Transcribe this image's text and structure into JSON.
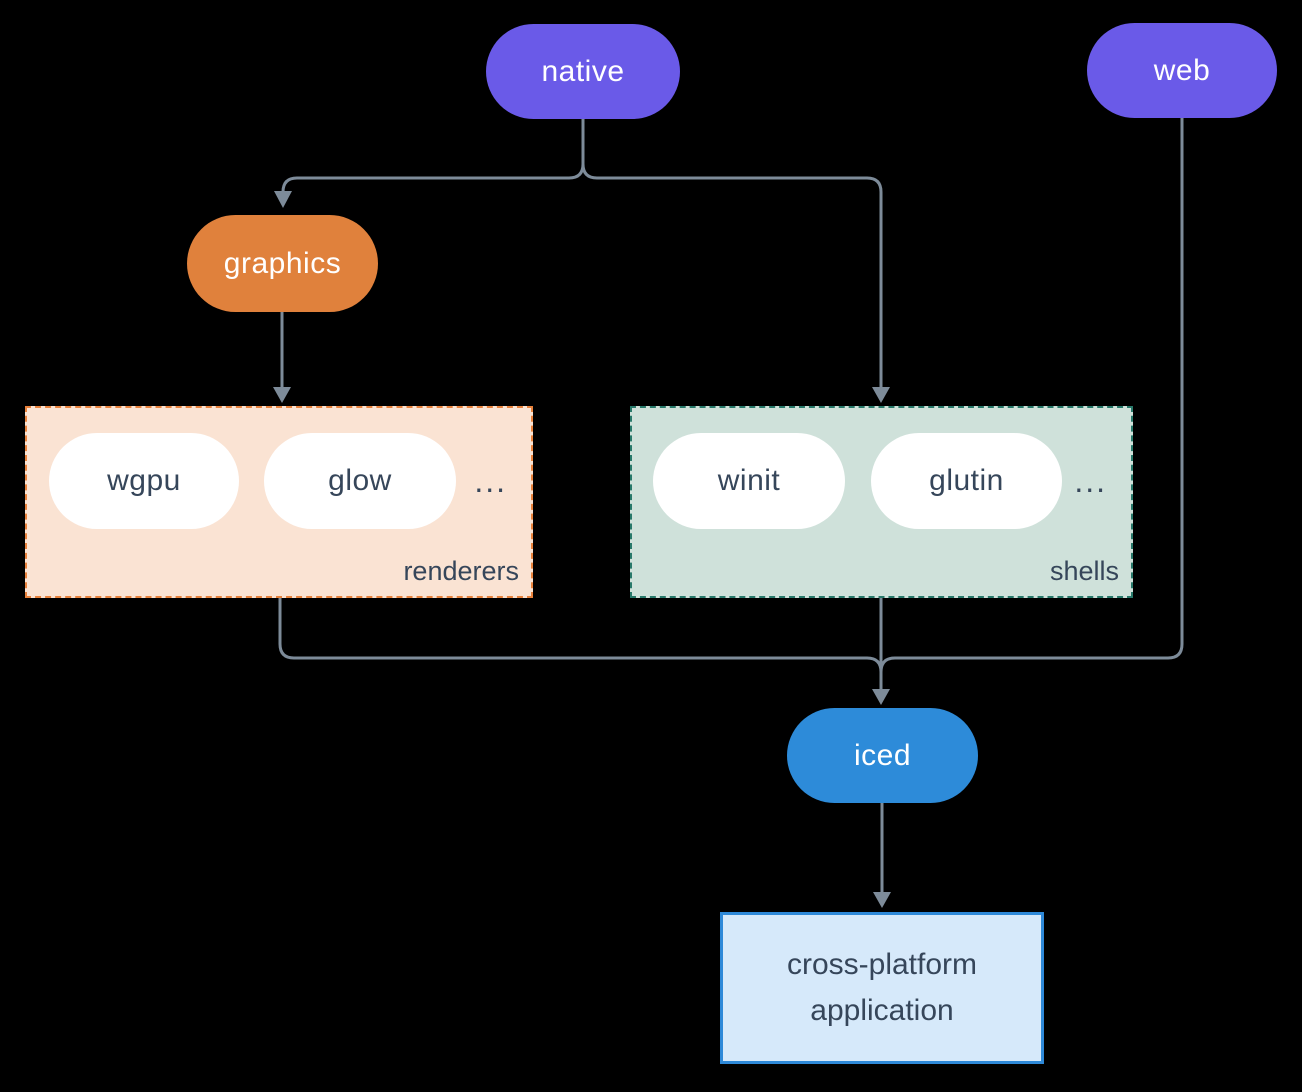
{
  "colors": {
    "background": "#000000",
    "node-purple": "#6A5AE8",
    "node-orange": "#E0813C",
    "node-blue": "#2D8BD9",
    "pill-white": "#FFFFFF",
    "arrow-gray": "#7D8B99",
    "dark-text": "#36465A",
    "renderers-bg": "#FAE3D3",
    "renderers-border": "#E8823C",
    "shells-bg": "#CFE1DA",
    "shells-border": "#28796A",
    "app-bg": "#D6E9FA",
    "app-border": "#2E89D8"
  },
  "nodes": {
    "native": {
      "label": "native"
    },
    "web": {
      "label": "web"
    },
    "graphics": {
      "label": "graphics"
    },
    "iced": {
      "label": "iced"
    }
  },
  "groups": {
    "renderers": {
      "label": "renderers",
      "items": [
        "wgpu",
        "glow"
      ],
      "ellipsis": "..."
    },
    "shells": {
      "label": "shells",
      "items": [
        "winit",
        "glutin"
      ],
      "ellipsis": "..."
    }
  },
  "application": {
    "label": "cross-platform application"
  }
}
